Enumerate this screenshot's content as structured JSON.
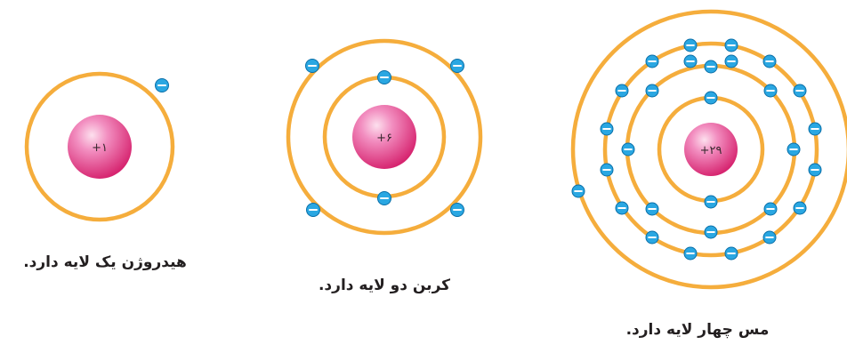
{
  "atoms": [
    {
      "id": "hydrogen",
      "charge": "+۱",
      "caption": "هیدروژن یک لایه دارد.",
      "electrons_per_shell": [
        1
      ]
    },
    {
      "id": "carbon",
      "charge": "+۶",
      "caption": "کربن دو لایه دارد.",
      "electrons_per_shell": [
        2,
        4
      ]
    },
    {
      "id": "copper",
      "charge": "+۲۹",
      "caption": "مس چهار لایه دارد.",
      "electrons_per_shell": [
        2,
        8,
        18,
        1
      ]
    }
  ],
  "colors": {
    "shell": "#f5ad3c",
    "electron": "#2aa7e2",
    "nucleus_light": "#f9b6d6",
    "nucleus_dark": "#d6246f"
  }
}
